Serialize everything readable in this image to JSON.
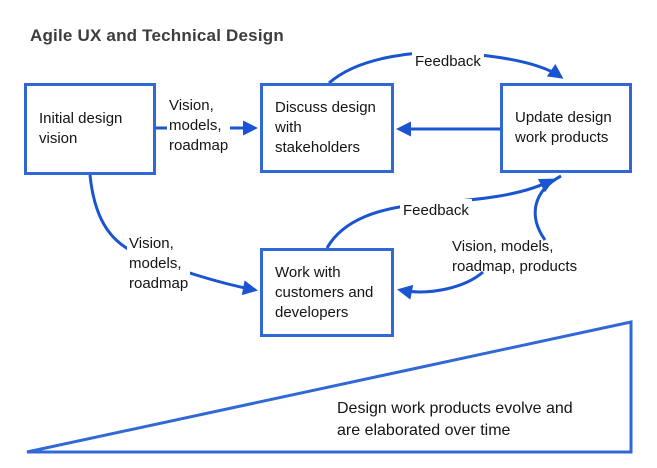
{
  "title": "Agile UX and Technical Design",
  "nodes": {
    "initial_design_vision": {
      "label": "Initial design\nvision"
    },
    "discuss_design_with_stakeholders": {
      "label": "Discuss design\nwith\nstakeholders"
    },
    "update_design_work_products": {
      "label": "Update design\nwork products"
    },
    "work_with_customers_and_developers": {
      "label": "Work with\ncustomers and\ndevelopers"
    }
  },
  "edge_labels": {
    "vision_models_roadmap_top": "Vision,\nmodels,\nroadmap",
    "feedback_top": "Feedback",
    "feedback_middle": "Feedback",
    "vision_models_roadmap_left": "Vision,\nmodels,\nroadmap",
    "vision_models_roadmap_products": "Vision, models,\nroadmap, products"
  },
  "triangle_caption": "Design work products evolve and\nare elaborated over time",
  "colors": {
    "box_border": "#3069d6",
    "arrow": "#1a54d0",
    "triangle_border": "#3069d6",
    "title": "#3d3d3d",
    "text": "#141414"
  }
}
